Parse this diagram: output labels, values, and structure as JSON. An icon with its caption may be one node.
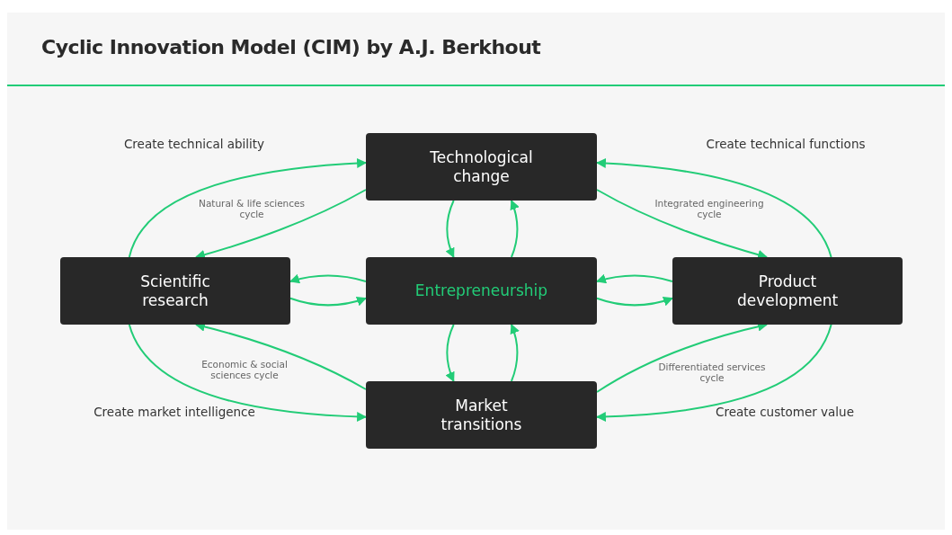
{
  "diagram": {
    "title": "Cyclic Innovation Model (CIM) by A.J. Berkhout",
    "nodes": [
      {
        "text": [
          "Technological change"
        ]
      },
      {
        "text": [
          "Scientific research"
        ]
      },
      {
        "text": [
          "Entrepreneurship"
        ]
      },
      {
        "text": [
          "Product development"
        ]
      },
      {
        "text": [
          "Market transitions"
        ]
      }
    ],
    "edges": [
      {
        "from": 1,
        "to": 0,
        "arrow": "to"
      },
      {
        "from": 0,
        "to": 1,
        "arrow": "to"
      },
      {
        "from": 0,
        "to": 2,
        "arrow": "to"
      },
      {
        "from": 2,
        "to": 0,
        "arrow": "to"
      },
      {
        "from": 2,
        "to": 1,
        "arrow": "to"
      },
      {
        "from": 1,
        "to": 2,
        "arrow": "to"
      },
      {
        "from": 2,
        "to": 3,
        "arrow": "to"
      },
      {
        "from": 3,
        "to": 2,
        "arrow": "to"
      },
      {
        "from": 3,
        "to": 0,
        "arrow": "to"
      },
      {
        "from": 0,
        "to": 3,
        "arrow": "to"
      },
      {
        "from": 2,
        "to": 4,
        "arrow": "to"
      },
      {
        "from": 4,
        "to": 2,
        "arrow": "to"
      },
      {
        "from": 4,
        "to": 1,
        "arrow": "to"
      },
      {
        "from": 1,
        "to": 4,
        "arrow": "to"
      },
      {
        "from": 4,
        "to": 3,
        "arrow": "to"
      },
      {
        "from": 3,
        "to": 4,
        "arrow": "to"
      }
    ],
    "labels": [
      "Create technical ability",
      "Create technical functions",
      "Natural & life sciences cycle",
      "Integrated engineering cycle",
      "Economic & social sciences cycle",
      "Differentiated services cycle",
      "Create market intelligence",
      "Create customer value"
    ]
  }
}
